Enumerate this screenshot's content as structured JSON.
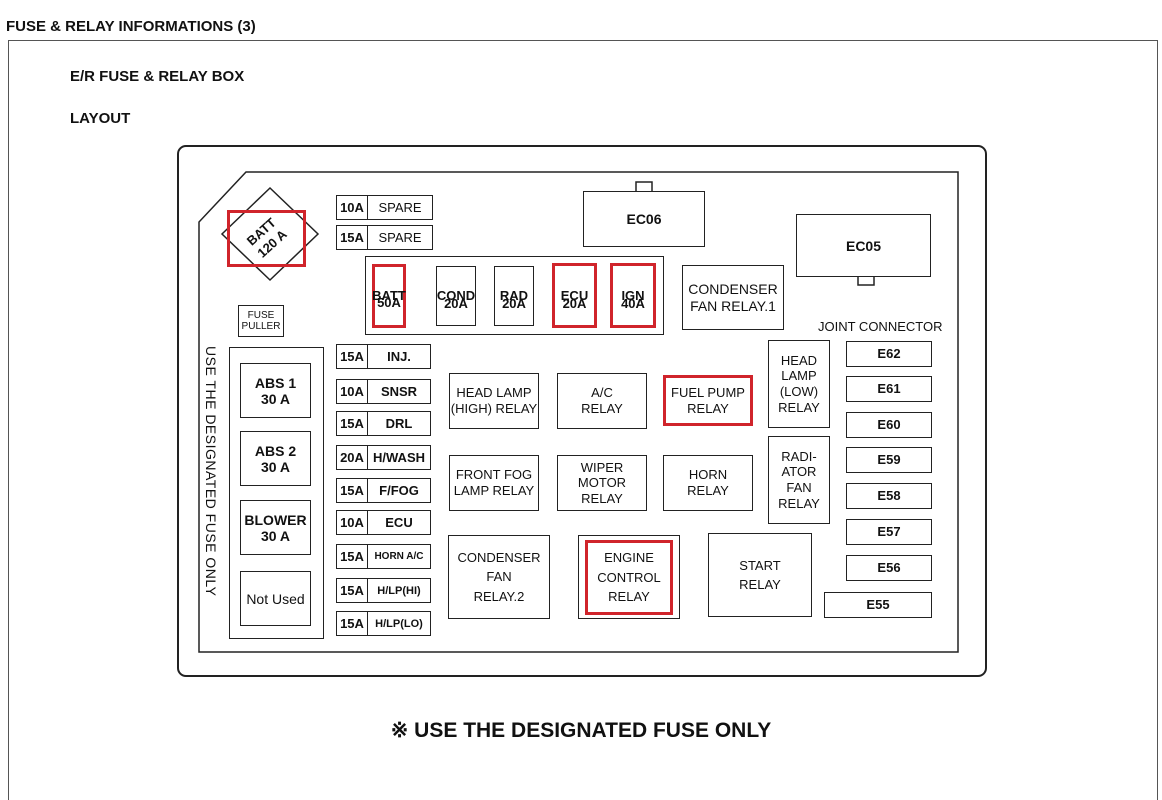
{
  "header": {
    "title": "FUSE & RELAY INFORMATIONS (3)"
  },
  "section": {
    "title": "E/R FUSE & RELAY BOX",
    "subtitle": "LAYOUT"
  },
  "top_fuses": [
    {
      "amp": "10A",
      "label": "SPARE"
    },
    {
      "amp": "15A",
      "label": "SPARE"
    }
  ],
  "batt_main": "BATT\n120 A",
  "fuse_puller": "FUSE\nPULLER",
  "vertical_note": "USE THE DESIGNATED FUSE ONLY",
  "connectors": {
    "ec06": "EC06",
    "ec05": "EC05"
  },
  "mini_fuses": [
    {
      "line1": "BATT",
      "line2": "50A",
      "highlight": true
    },
    {
      "line1": "COND",
      "line2": "20A",
      "highlight": false
    },
    {
      "line1": "RAD",
      "line2": "20A",
      "highlight": false
    },
    {
      "line1": "ECU",
      "line2": "20A",
      "highlight": true
    },
    {
      "line1": "IGN",
      "line2": "40A",
      "highlight": true
    }
  ],
  "big_fuses": [
    {
      "line1": "ABS 1",
      "line2": "30 A"
    },
    {
      "line1": "ABS 2",
      "line2": "30 A"
    },
    {
      "line1": "BLOWER",
      "line2": "30 A"
    },
    {
      "line1": "Not Used",
      "line2": ""
    }
  ],
  "fuse_column": [
    {
      "amp": "15A",
      "label": "INJ."
    },
    {
      "amp": "10A",
      "label": "SNSR"
    },
    {
      "amp": "15A",
      "label": "DRL"
    },
    {
      "amp": "20A",
      "label": "H/WASH"
    },
    {
      "amp": "15A",
      "label": "F/FOG"
    },
    {
      "amp": "10A",
      "label": "ECU"
    },
    {
      "amp": "15A",
      "label": "HORN A/C"
    },
    {
      "amp": "15A",
      "label": "H/LP(HI)"
    },
    {
      "amp": "15A",
      "label": "H/LP(LO)"
    }
  ],
  "relays": {
    "condenser_fan_1": "CONDENSER\nFAN RELAY.1",
    "head_lamp_high": "HEAD LAMP\n(HIGH) RELAY",
    "ac": "A/C\nRELAY",
    "fuel_pump": "FUEL PUMP\nRELAY",
    "head_lamp_low": "HEAD\nLAMP\n(LOW)\nRELAY",
    "front_fog": "FRONT FOG\nLAMP RELAY",
    "wiper_motor": "WIPER\nMOTOR\nRELAY",
    "horn": "HORN\nRELAY",
    "radiator_fan": "RADI-\nATOR\nFAN\nRELAY",
    "condenser_fan_2": "CONDENSER\nFAN\nRELAY.2",
    "engine_control": "ENGINE\nCONTROL\nRELAY",
    "start": "START\nRELAY"
  },
  "joint_connector": {
    "title": "JOINT CONNECTOR",
    "items": [
      "E62",
      "E61",
      "E60",
      "E59",
      "E58",
      "E57",
      "E56",
      "E55"
    ]
  },
  "warning": "※ USE THE DESIGNATED FUSE ONLY",
  "colors": {
    "highlight": "#d0242b",
    "line": "#222222"
  }
}
